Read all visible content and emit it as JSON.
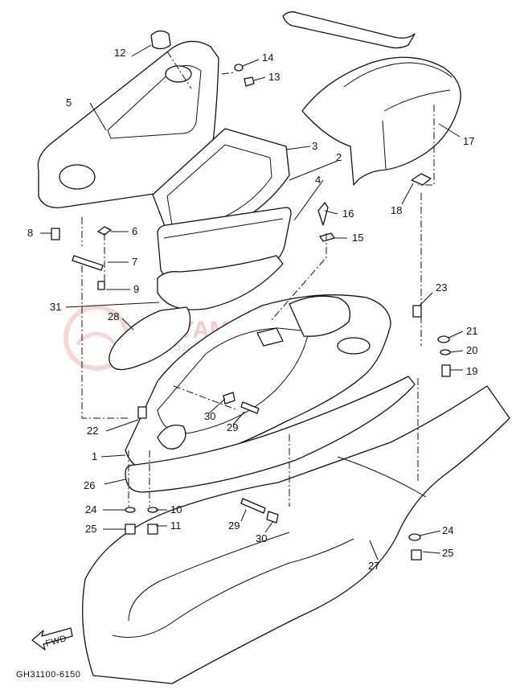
{
  "callouts": [
    "1",
    "2",
    "3",
    "4",
    "5",
    "6",
    "7",
    "8",
    "9",
    "10",
    "11",
    "12",
    "13",
    "14",
    "15",
    "16",
    "17",
    "18",
    "19",
    "20",
    "21",
    "22",
    "23",
    "24",
    "24",
    "25",
    "25",
    "26",
    "27",
    "28",
    "29",
    "29",
    "30",
    "30",
    "31"
  ],
  "diagram_code": "GH31100-6150",
  "fwd_label": "FWD",
  "watermark": {
    "brand": "YAMASKLEP.PL",
    "tagline": "WOJCIECHOWICZ | DEALER YAMAHA",
    "color": "#e7a6a6"
  }
}
